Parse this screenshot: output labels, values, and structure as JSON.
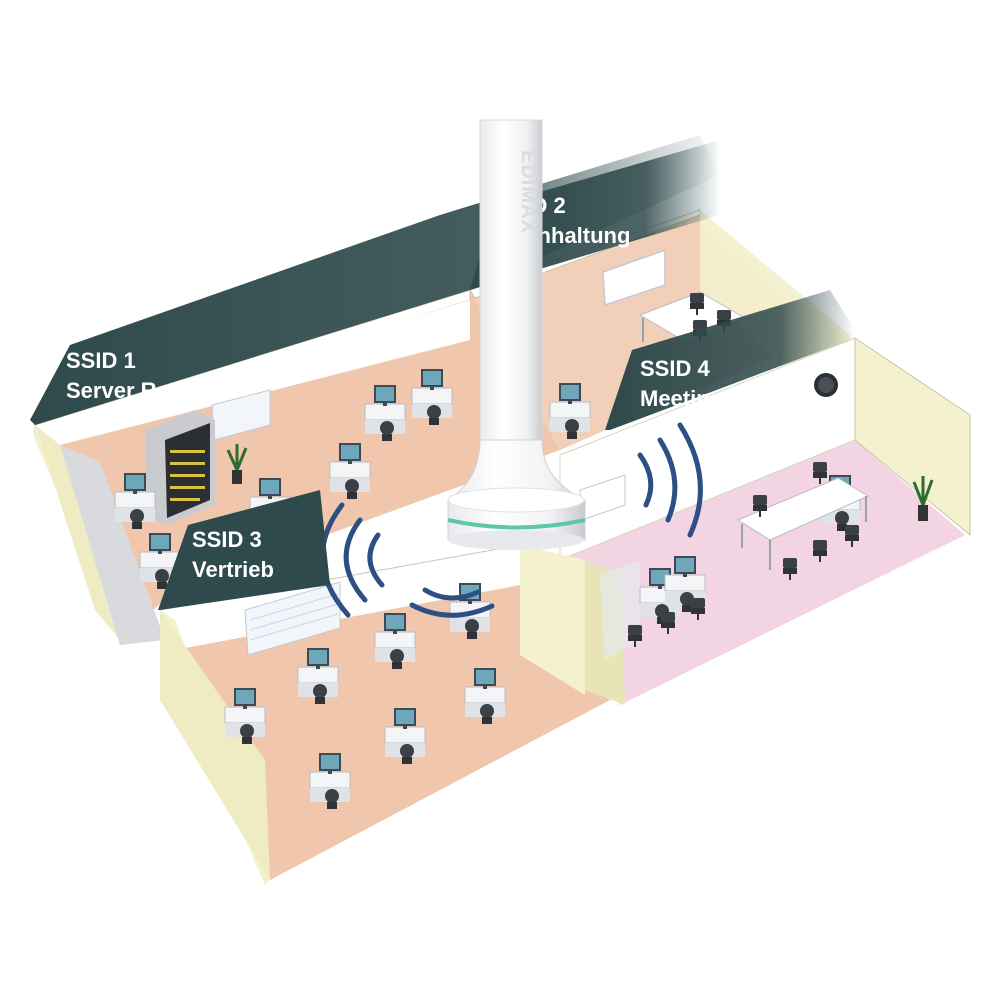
{
  "labels": {
    "ssid1": {
      "line1": "SSID 1",
      "line2": "Server Raum"
    },
    "ssid2": {
      "line1": "SSID 2",
      "line2": "Buchhaltung"
    },
    "ssid3": {
      "line1": "SSID 3",
      "line2": "Vertrieb"
    },
    "ssid4": {
      "line1": "SSID 4",
      "line2": "Meeting Raum"
    }
  },
  "device": {
    "brand": "EDIMAX",
    "icon": "ceiling-access-point-icon"
  },
  "colors": {
    "banner": "#2f4a4c",
    "floor_office": "#f0c7ad",
    "floor_meeting": "#f3d4e2",
    "wall": "#f4f1cf",
    "signal": "#2d4f86",
    "accent_ring": "#5cc8a8"
  }
}
